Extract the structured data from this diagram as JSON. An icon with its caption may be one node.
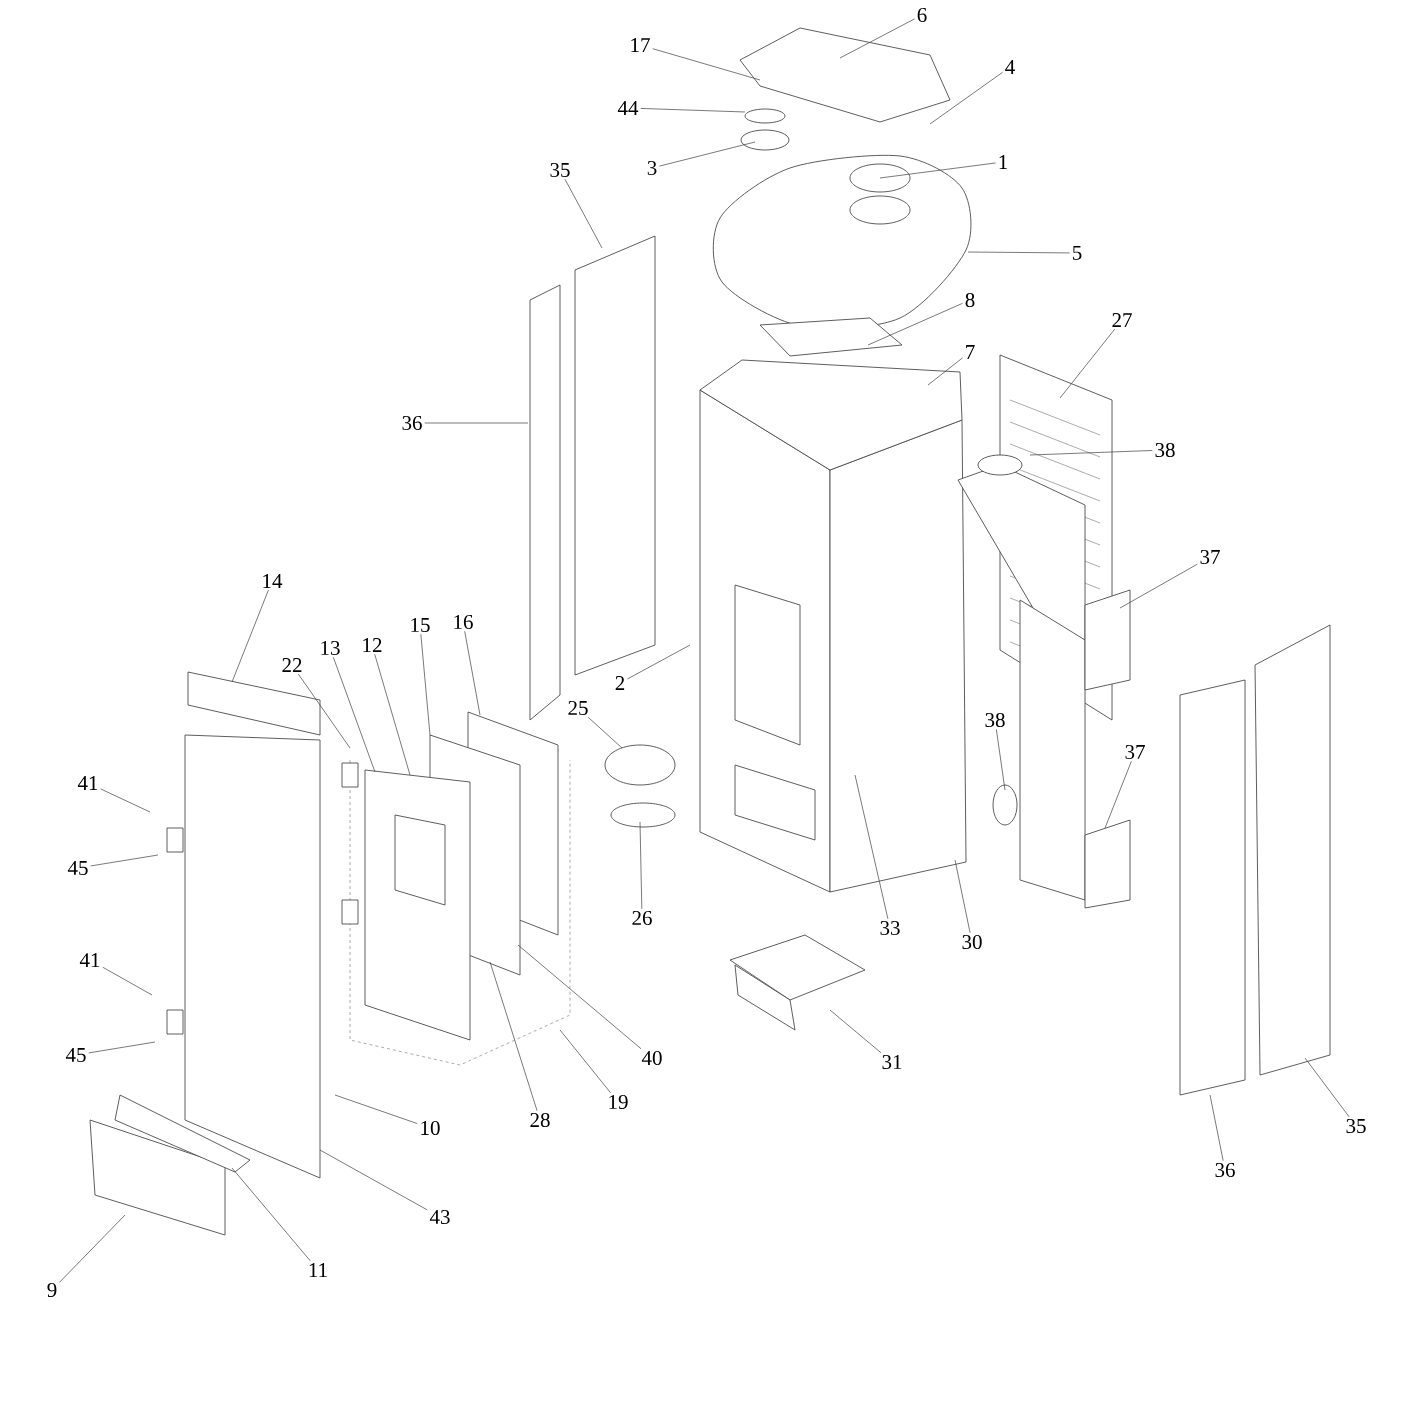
{
  "diagram": {
    "nodes": [
      {
        "text": [
          "6"
        ]
      },
      {
        "text": [
          "17"
        ]
      },
      {
        "text": [
          "4"
        ]
      },
      {
        "text": [
          "44"
        ]
      },
      {
        "text": [
          "3"
        ]
      },
      {
        "text": [
          "1"
        ]
      },
      {
        "text": [
          "35"
        ]
      },
      {
        "text": [
          "5"
        ]
      },
      {
        "text": [
          "8"
        ]
      },
      {
        "text": [
          "27"
        ]
      },
      {
        "text": [
          "7"
        ]
      },
      {
        "text": [
          "36"
        ]
      },
      {
        "text": [
          "38"
        ]
      },
      {
        "text": [
          "37"
        ]
      },
      {
        "text": [
          "14"
        ]
      },
      {
        "text": [
          "22"
        ]
      },
      {
        "text": [
          "13"
        ]
      },
      {
        "text": [
          "12"
        ]
      },
      {
        "text": [
          "15"
        ]
      },
      {
        "text": [
          "16"
        ]
      },
      {
        "text": [
          "2"
        ]
      },
      {
        "text": [
          "25"
        ]
      },
      {
        "text": [
          "38"
        ]
      },
      {
        "text": [
          "37"
        ]
      },
      {
        "text": [
          "41"
        ]
      },
      {
        "text": [
          "45"
        ]
      },
      {
        "text": [
          "26"
        ]
      },
      {
        "text": [
          "33"
        ]
      },
      {
        "text": [
          "30"
        ]
      },
      {
        "text": [
          "41"
        ]
      },
      {
        "text": [
          "45"
        ]
      },
      {
        "text": [
          "40"
        ]
      },
      {
        "text": [
          "31"
        ]
      },
      {
        "text": [
          "28"
        ]
      },
      {
        "text": [
          "19"
        ]
      },
      {
        "text": [
          "10"
        ]
      },
      {
        "text": [
          "36"
        ]
      },
      {
        "text": [
          "35"
        ]
      },
      {
        "text": [
          "43"
        ]
      },
      {
        "text": [
          "11"
        ]
      },
      {
        "text": [
          "9"
        ]
      }
    ],
    "edges": [
      {
        "from": 0,
        "to": null,
        "arrow": "none"
      },
      {
        "from": 1,
        "to": null,
        "arrow": "none"
      },
      {
        "from": 2,
        "to": null,
        "arrow": "none"
      },
      {
        "from": 3,
        "to": null,
        "arrow": "none"
      },
      {
        "from": 4,
        "to": null,
        "arrow": "none"
      },
      {
        "from": 5,
        "to": null,
        "arrow": "none"
      },
      {
        "from": 6,
        "to": null,
        "arrow": "none"
      },
      {
        "from": 7,
        "to": null,
        "arrow": "none"
      },
      {
        "from": 8,
        "to": null,
        "arrow": "none"
      },
      {
        "from": 9,
        "to": null,
        "arrow": "none"
      },
      {
        "from": 10,
        "to": null,
        "arrow": "none"
      },
      {
        "from": 11,
        "to": null,
        "arrow": "none"
      },
      {
        "from": 12,
        "to": null,
        "arrow": "none"
      },
      {
        "from": 13,
        "to": null,
        "arrow": "none"
      },
      {
        "from": 14,
        "to": null,
        "arrow": "none"
      },
      {
        "from": 15,
        "to": null,
        "arrow": "none"
      },
      {
        "from": 16,
        "to": null,
        "arrow": "none"
      },
      {
        "from": 17,
        "to": null,
        "arrow": "none"
      },
      {
        "from": 18,
        "to": null,
        "arrow": "none"
      },
      {
        "from": 19,
        "to": null,
        "arrow": "none"
      },
      {
        "from": 20,
        "to": null,
        "arrow": "none"
      },
      {
        "from": 21,
        "to": null,
        "arrow": "none"
      },
      {
        "from": 22,
        "to": null,
        "arrow": "none"
      },
      {
        "from": 23,
        "to": null,
        "arrow": "none"
      },
      {
        "from": 24,
        "to": null,
        "arrow": "none"
      },
      {
        "from": 25,
        "to": null,
        "arrow": "none"
      },
      {
        "from": 26,
        "to": null,
        "arrow": "none"
      },
      {
        "from": 27,
        "to": null,
        "arrow": "none"
      },
      {
        "from": 28,
        "to": null,
        "arrow": "none"
      },
      {
        "from": 29,
        "to": null,
        "arrow": "none"
      },
      {
        "from": 30,
        "to": null,
        "arrow": "none"
      },
      {
        "from": 31,
        "to": null,
        "arrow": "none"
      },
      {
        "from": 32,
        "to": null,
        "arrow": "none"
      },
      {
        "from": 33,
        "to": null,
        "arrow": "none"
      },
      {
        "from": 34,
        "to": null,
        "arrow": "none"
      },
      {
        "from": 35,
        "to": null,
        "arrow": "none"
      },
      {
        "from": 36,
        "to": null,
        "arrow": "none"
      },
      {
        "from": 37,
        "to": null,
        "arrow": "none"
      },
      {
        "from": 38,
        "to": null,
        "arrow": "none"
      },
      {
        "from": 39,
        "to": null,
        "arrow": "none"
      },
      {
        "from": 40,
        "to": null,
        "arrow": "none"
      }
    ]
  }
}
